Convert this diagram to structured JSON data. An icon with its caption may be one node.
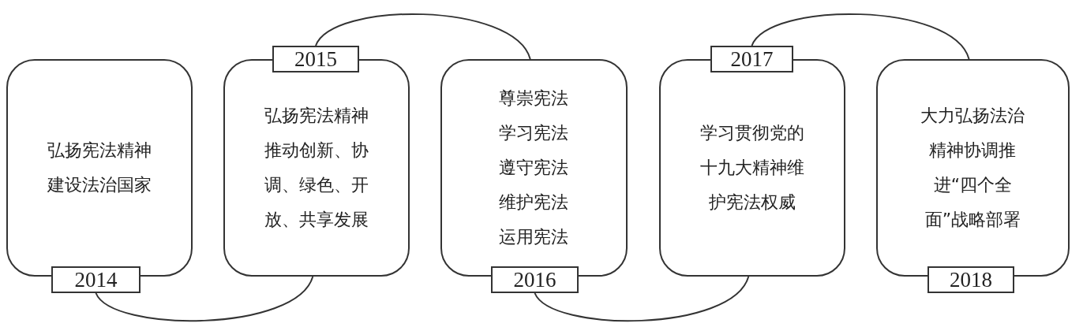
{
  "diagram": {
    "nodes": [
      {
        "text": [
          "弘扬宪法精神建设法治国家"
        ]
      },
      {
        "text": [
          "2014"
        ]
      },
      {
        "text": [
          "弘扬宪法精神推动创新、协调、绿色、开放、共享发展"
        ]
      },
      {
        "text": [
          "2015"
        ]
      },
      {
        "text": [
          "尊崇宪法学习宪法遵守宪法维护宪法运用宪法"
        ]
      },
      {
        "text": [
          "2016"
        ]
      },
      {
        "text": [
          "学习贯彻党的十九大精神维护宪法权威"
        ]
      },
      {
        "text": [
          "2017"
        ]
      },
      {
        "text": [
          "大力弘扬法治精神协调推进“四个全面”战略部署"
        ]
      },
      {
        "text": [
          "2018"
        ]
      }
    ],
    "edges": [
      {
        "from": 1,
        "to": 2,
        "arrow": "none"
      },
      {
        "from": 3,
        "to": 4,
        "arrow": "none"
      },
      {
        "from": 5,
        "to": 6,
        "arrow": "none"
      },
      {
        "from": 7,
        "to": 8,
        "arrow": "none"
      }
    ]
  }
}
